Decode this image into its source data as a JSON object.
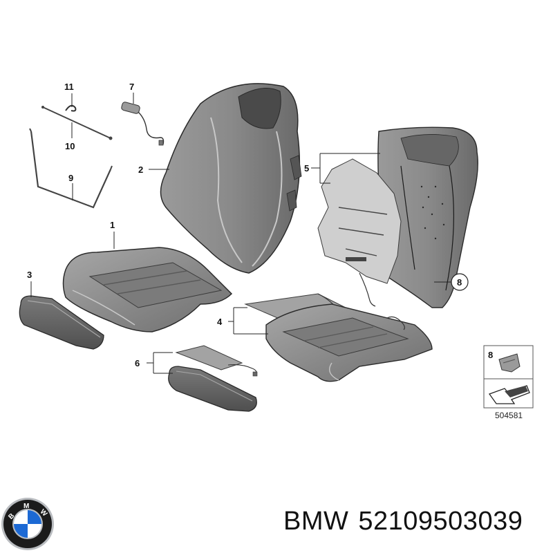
{
  "callouts": {
    "c1": "1",
    "c2": "2",
    "c3": "3",
    "c4": "4",
    "c5": "5",
    "c6": "6",
    "c7": "7",
    "c8": "8",
    "c9": "9",
    "c10": "10",
    "c11": "11"
  },
  "legend_box": {
    "number": "8"
  },
  "diagram_id": "504581",
  "logo": {
    "lettering": "BMW",
    "colors": {
      "ring": "#1b1b1b",
      "blue": "#1c69d4",
      "white": "#ffffff",
      "chrome": "#b9bcc0"
    }
  },
  "caption": {
    "brand": "BMW",
    "part_number": "52109503039"
  },
  "colors": {
    "part_fill": "#8d8d8d",
    "part_dark": "#5e5e5e",
    "part_light": "#b5b5b5",
    "foil": "#c9c9c9",
    "line": "#1a1a1a"
  }
}
